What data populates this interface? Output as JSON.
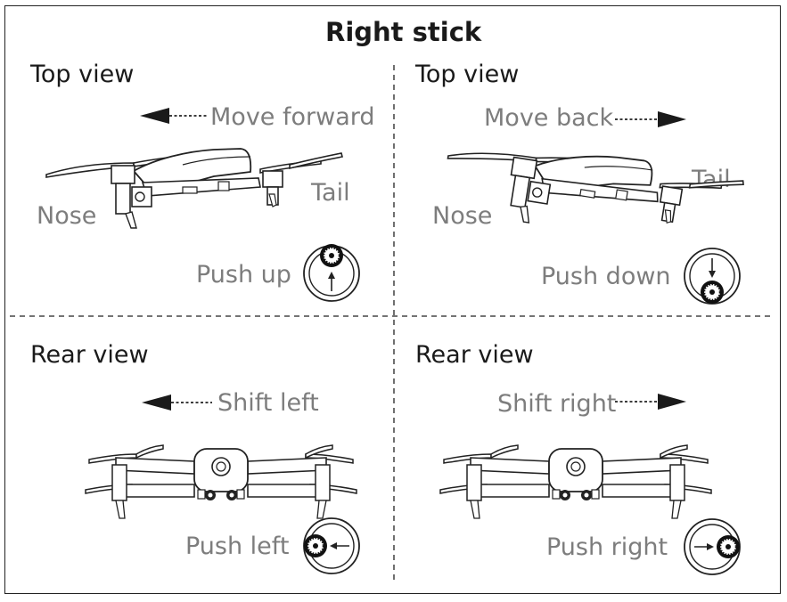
{
  "title": "Right stick",
  "panels": [
    {
      "view_label": "Top view",
      "direction_label": "Move forward",
      "nose_label": "Nose",
      "tail_label": "Tail",
      "push_label": "Push up",
      "arrow": "left",
      "stick_position": "up"
    },
    {
      "view_label": "Top view",
      "direction_label": "Move back",
      "nose_label": "Nose",
      "tail_label": "Tail",
      "push_label": "Push down",
      "arrow": "right",
      "stick_position": "down"
    },
    {
      "view_label": "Rear view",
      "direction_label": "Shift left",
      "push_label": "Push left",
      "arrow": "left",
      "stick_position": "left"
    },
    {
      "view_label": "Rear view",
      "direction_label": "Shift right",
      "push_label": "Push right",
      "arrow": "right",
      "stick_position": "right"
    }
  ],
  "colors": {
    "line": "#222222",
    "label_gray": "#7d7d7d",
    "arrow": "#1a1a1a"
  },
  "icons": [
    "arrow-left-icon",
    "arrow-right-icon",
    "drone-side-icon",
    "drone-rear-icon",
    "joystick-icon"
  ]
}
